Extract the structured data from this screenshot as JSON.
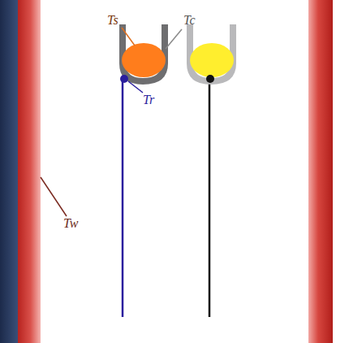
{
  "diagram": {
    "labels": [
      "Tc",
      "Ts",
      "Tr",
      "Tw"
    ]
  }
}
